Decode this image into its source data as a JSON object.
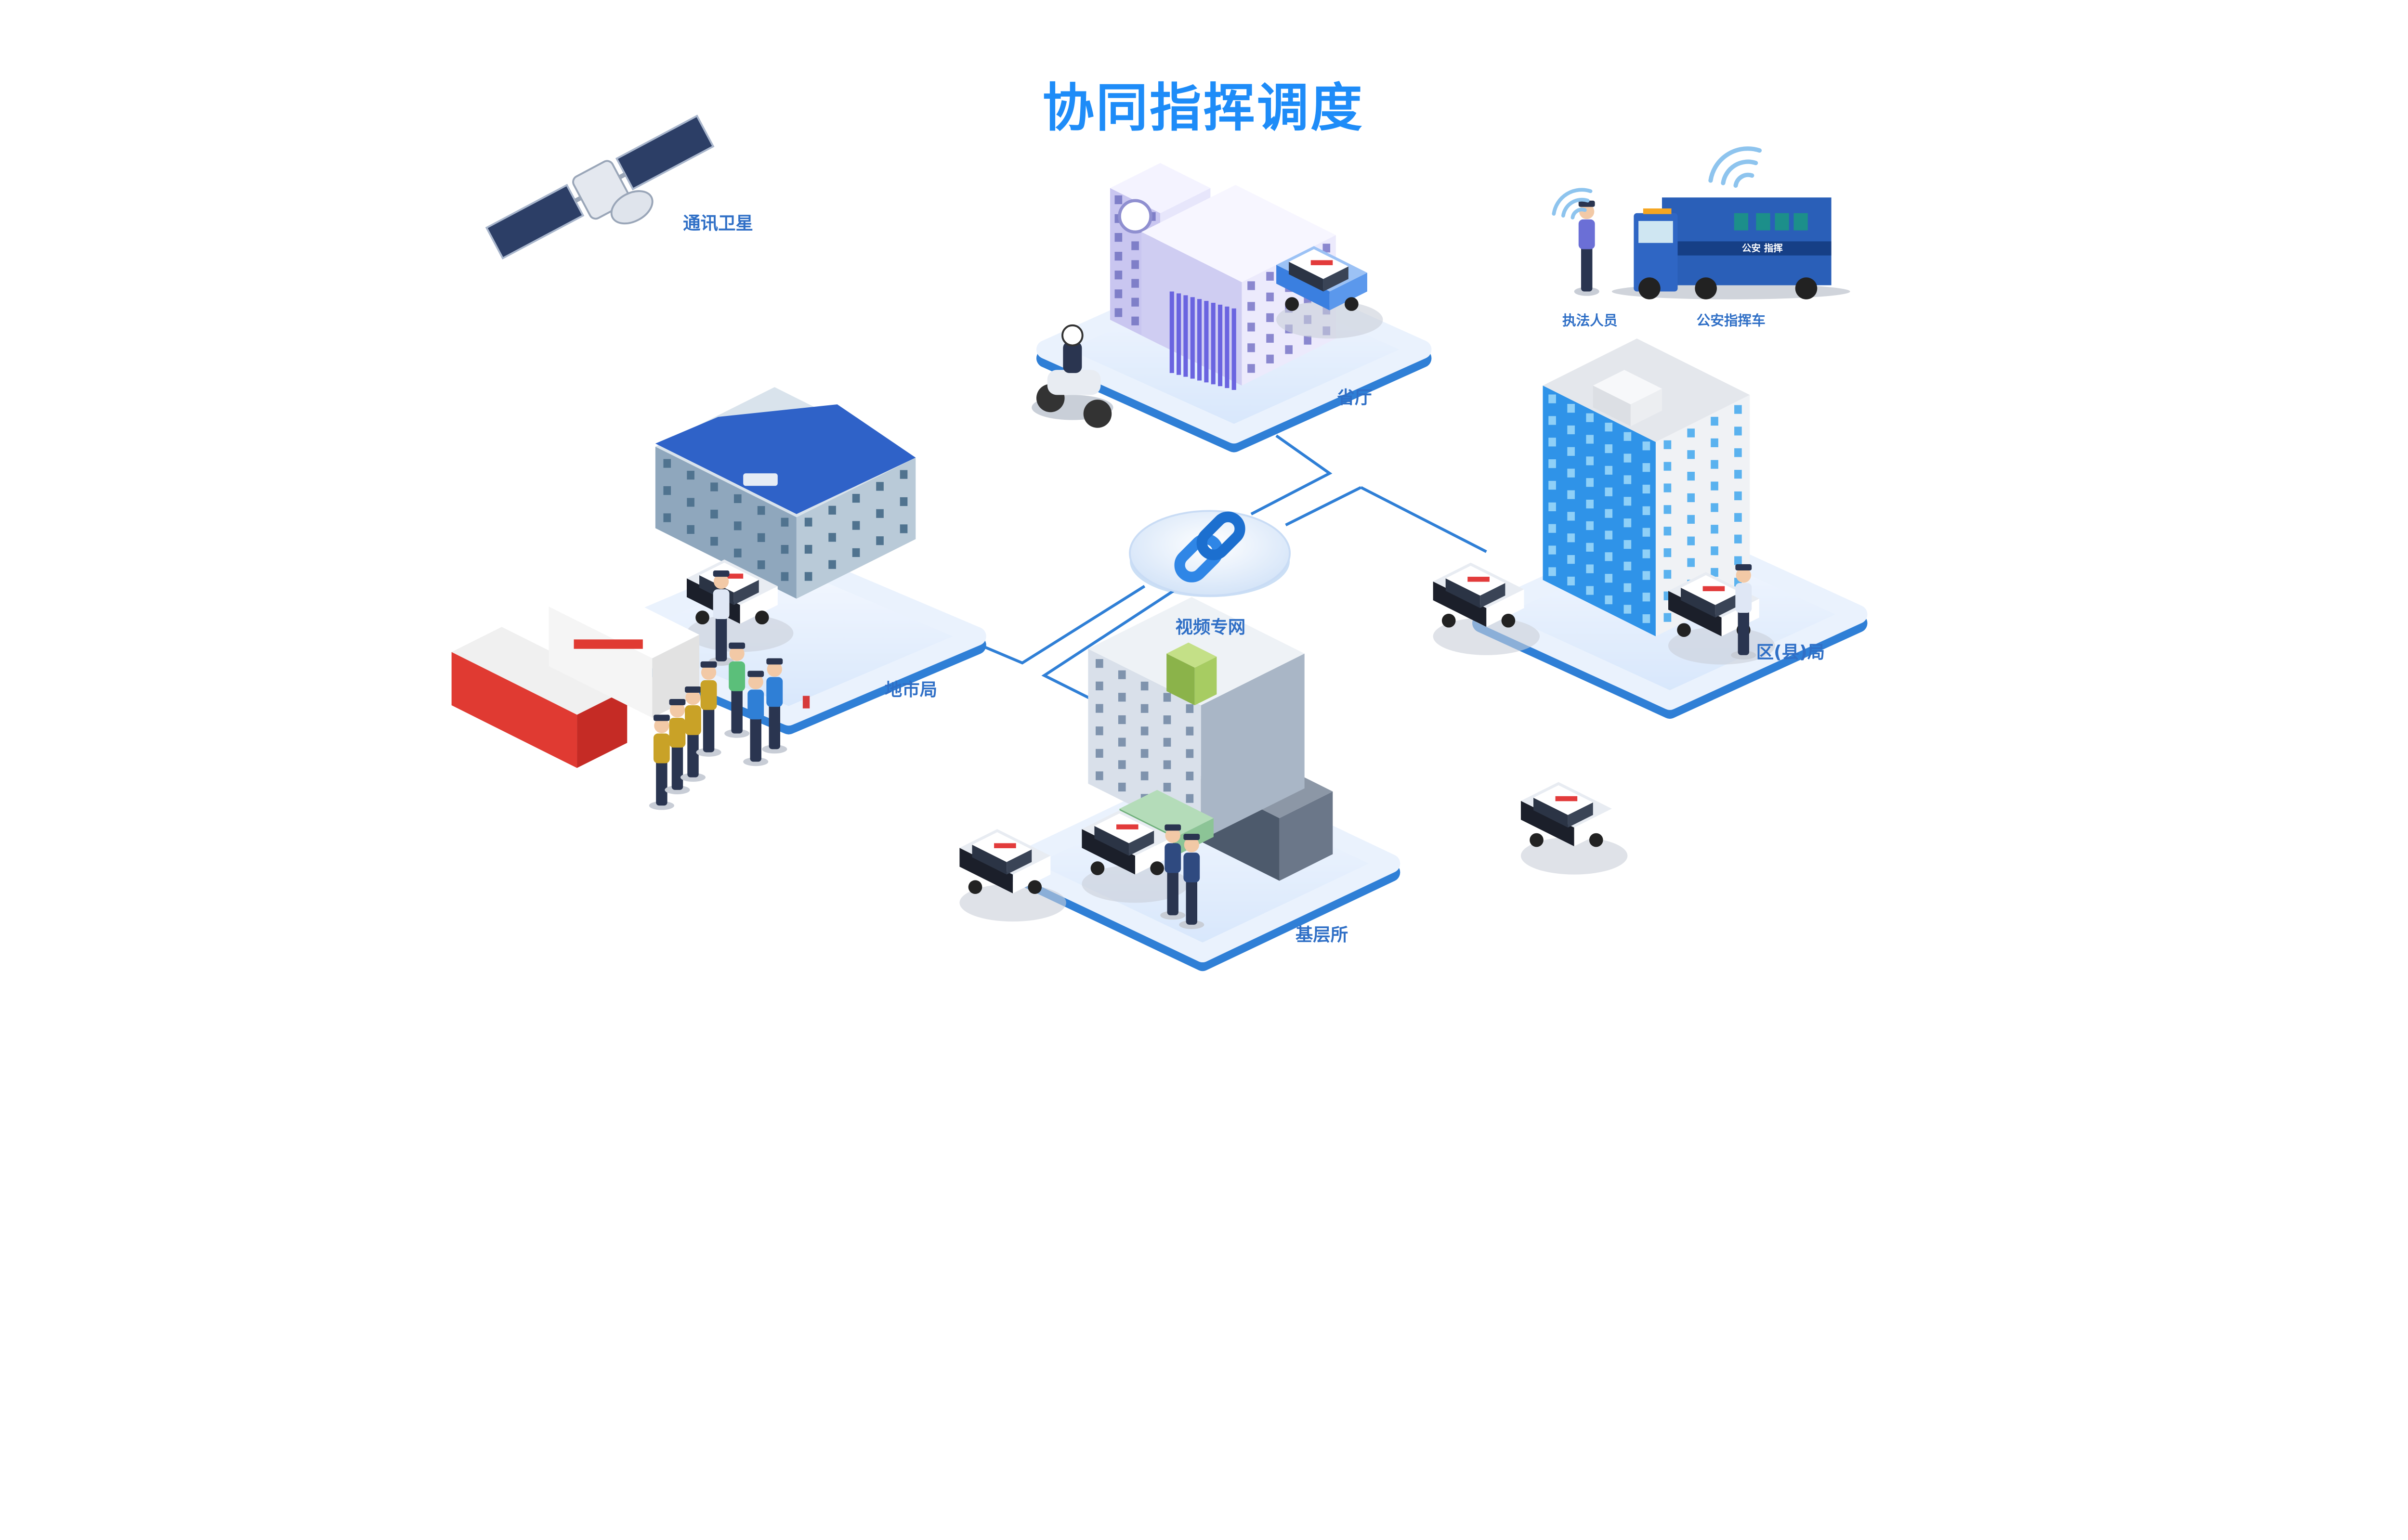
{
  "title": "协同指挥调度",
  "nodes": {
    "satellite": "通讯卫星",
    "officer": "执法人员",
    "command_vehicle": "公安指挥车",
    "command_vehicle_side_text": "公安  指挥",
    "provincial": "省厅",
    "city": "地市局",
    "network": "视频专网",
    "district": "区(县)局",
    "grassroots": "基层所"
  },
  "colors": {
    "title": "#1e8cf8",
    "label": "#2f6fc6",
    "line": "#2f7fd6",
    "platform_rim": "#2f7fd6"
  }
}
